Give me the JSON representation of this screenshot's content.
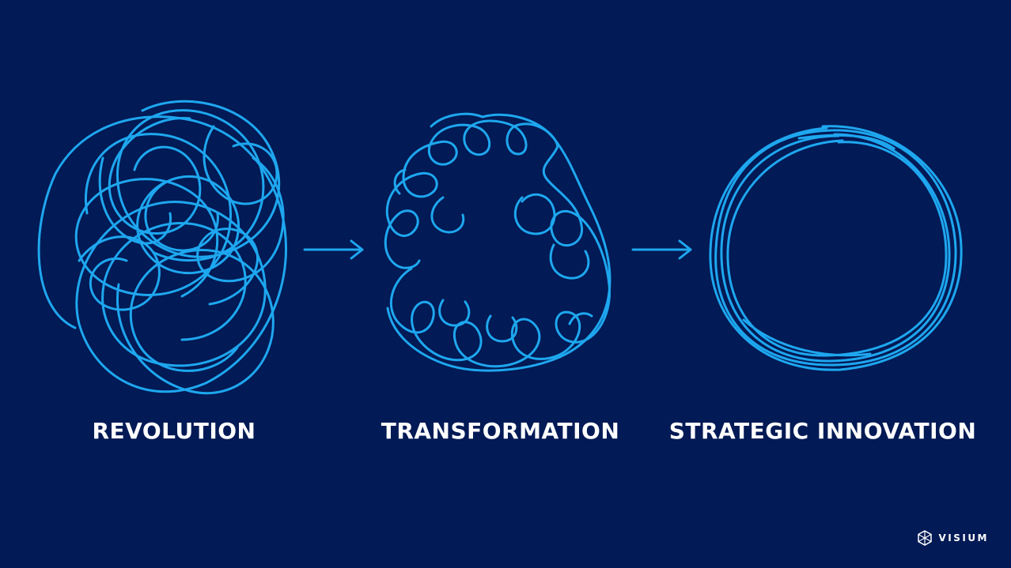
{
  "stages": [
    {
      "label": "REVOLUTION"
    },
    {
      "label": "TRANSFORMATION"
    },
    {
      "label": "STRATEGIC INNOVATION"
    }
  ],
  "brand": {
    "name": "VISIUM",
    "icon": "visium-logo-icon"
  },
  "colors": {
    "background": "#021a55",
    "stroke": "#1ea7ef",
    "text": "#ffffff"
  }
}
